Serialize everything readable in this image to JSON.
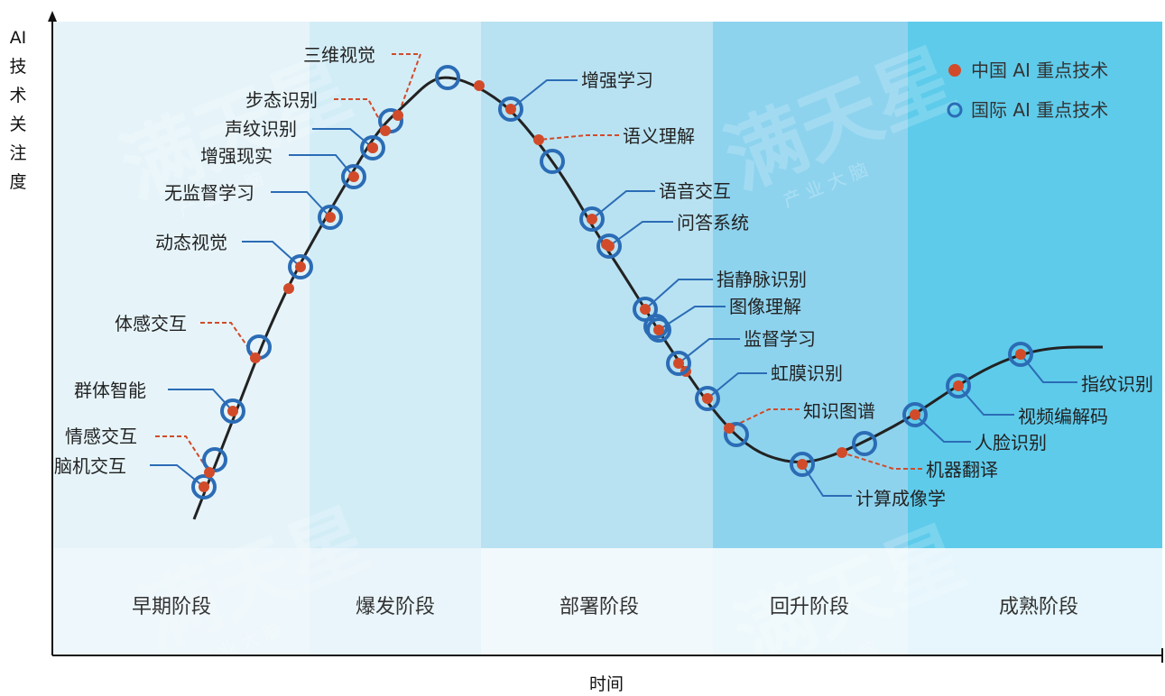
{
  "chart_data": {
    "type": "line",
    "ylabel": "AI技术关注度",
    "xlabel": "时间",
    "stages": [
      "早期阶段",
      "爆发阶段",
      "部署阶段",
      "回升阶段",
      "成熟阶段"
    ],
    "legend": [
      {
        "name": "中国 AI 重点技术",
        "marker": "dot"
      },
      {
        "name": "国际 AI 重点技术",
        "marker": "ring"
      }
    ],
    "watermark": "满天星",
    "watermark_sub": "产 业 大 脑",
    "colors": {
      "china": "#D14B2A",
      "intl": "#2B6CB5",
      "curve": "#222222",
      "leader_intl": "#2B6CB5",
      "leader_china": "#D14B2A",
      "stage_bg": [
        "#E6F4FA",
        "#D3EDF7",
        "#B8E2F2",
        "#8ED3EE",
        "#5ECBEB"
      ]
    },
    "labels": [
      {
        "text": "脑机交互",
        "type": "intl"
      },
      {
        "text": "情感交互",
        "type": "china"
      },
      {
        "text": "群体智能",
        "type": "intl"
      },
      {
        "text": "体感交互",
        "type": "china"
      },
      {
        "text": "动态视觉",
        "type": "intl"
      },
      {
        "text": "无监督学习",
        "type": "intl"
      },
      {
        "text": "增强现实",
        "type": "intl"
      },
      {
        "text": "声纹识别",
        "type": "intl"
      },
      {
        "text": "步态识别",
        "type": "china"
      },
      {
        "text": "三维视觉",
        "type": "china"
      },
      {
        "text": "增强学习",
        "type": "intl"
      },
      {
        "text": "语义理解",
        "type": "china"
      },
      {
        "text": "语音交互",
        "type": "intl"
      },
      {
        "text": "问答系统",
        "type": "intl"
      },
      {
        "text": "指静脉识别",
        "type": "intl"
      },
      {
        "text": "图像理解",
        "type": "intl"
      },
      {
        "text": "监督学习",
        "type": "intl"
      },
      {
        "text": "虹膜识别",
        "type": "intl"
      },
      {
        "text": "知识图谱",
        "type": "china"
      },
      {
        "text": "计算成像学",
        "type": "intl"
      },
      {
        "text": "机器翻译",
        "type": "china"
      },
      {
        "text": "人脸识别",
        "type": "intl"
      },
      {
        "text": "视频编解码",
        "type": "intl"
      },
      {
        "text": "指纹识别",
        "type": "intl"
      }
    ]
  }
}
